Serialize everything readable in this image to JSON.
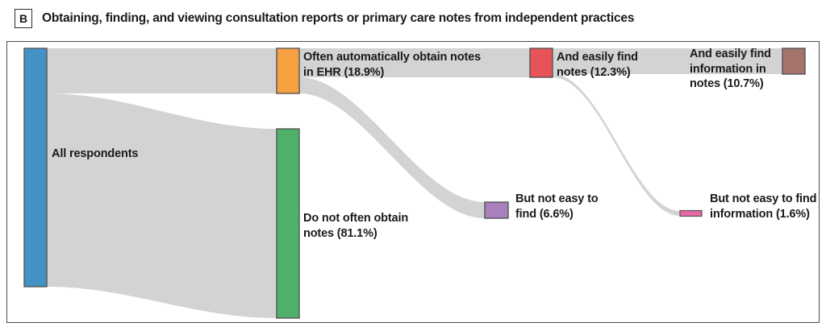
{
  "header": {
    "panel_tag": "B",
    "title": "Obtaining, finding, and viewing consultation reports or primary care notes from independent practices"
  },
  "chart_data": {
    "type": "sankey",
    "title": "Obtaining, finding, and viewing consultation reports or primary care notes from independent practices",
    "units": "percent of all respondents",
    "nodes": [
      {
        "id": "all",
        "label": "All respondents",
        "value": 100.0,
        "value_text": "",
        "color": "#4292c6",
        "stage": 0
      },
      {
        "id": "obtain",
        "label": "Often automatically obtain notes in EHR",
        "value": 18.9,
        "value_text": "(18.9%)",
        "color": "#f5a142",
        "stage": 1
      },
      {
        "id": "not_obtain",
        "label": "Do not often obtain notes",
        "value": 81.1,
        "value_text": "(81.1%)",
        "color": "#4fb06a",
        "stage": 1
      },
      {
        "id": "find",
        "label": "And easily find notes",
        "value": 12.3,
        "value_text": "(12.3%)",
        "color": "#e8535a",
        "stage": 2
      },
      {
        "id": "not_find",
        "label": "But not easy to find",
        "value": 6.6,
        "value_text": "(6.6%)",
        "color": "#a780bd",
        "stage": 2
      },
      {
        "id": "find_info",
        "label": "And easily find information in notes",
        "value": 10.7,
        "value_text": "(10.7%)",
        "color": "#a3736c",
        "stage": 3
      },
      {
        "id": "no_info",
        "label": "But not easy to find information",
        "value": 1.6,
        "value_text": "(1.6%)",
        "color": "#e667a5",
        "stage": 3
      }
    ],
    "links": [
      {
        "source": "all",
        "target": "obtain",
        "value": 18.9
      },
      {
        "source": "all",
        "target": "not_obtain",
        "value": 81.1
      },
      {
        "source": "obtain",
        "target": "find",
        "value": 12.3
      },
      {
        "source": "obtain",
        "target": "not_find",
        "value": 6.6
      },
      {
        "source": "find",
        "target": "find_info",
        "value": 10.7
      },
      {
        "source": "find",
        "target": "no_info",
        "value": 1.6
      }
    ],
    "link_color": "#d3d3d3",
    "legend": "none",
    "grid": false
  },
  "labels": {
    "all_respondents": "All respondents",
    "obtain_notes": "Often automatically obtain notes\nin EHR (18.9%)",
    "not_obtain_notes": "Do not often obtain\nnotes (81.1%)",
    "easily_find_notes": "And easily find\nnotes (12.3%)",
    "not_easy_find": "But not easy to\nfind (6.6%)",
    "easily_find_info": "And easily find\ninformation in\nnotes (10.7%)",
    "not_easy_find_info": "But not easy to find\ninformation (1.6%)"
  },
  "colors": {
    "node_all": "#4292c6",
    "node_obtain": "#f5a142",
    "node_not_obtain": "#4fb06a",
    "node_find": "#e8535a",
    "node_not_find": "#a780bd",
    "node_find_info": "#a3736c",
    "node_no_info": "#e667a5",
    "flow": "#d3d3d3",
    "frame": "#4a4a4a"
  }
}
